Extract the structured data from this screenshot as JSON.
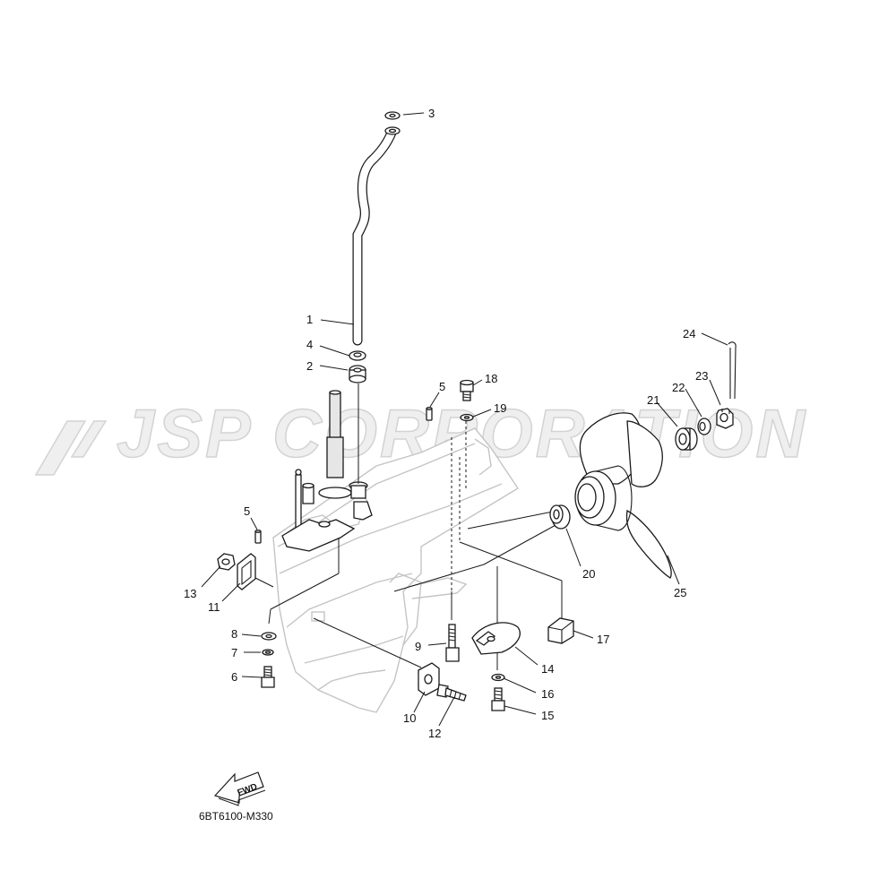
{
  "watermark": "JSP CORPORATION",
  "diagram_code": "6BT6100-M330",
  "fwd_label": "FWD",
  "callouts": {
    "c1": "1",
    "c2": "2",
    "c3": "3",
    "c4": "4",
    "c5a": "5",
    "c5b": "5",
    "c6": "6",
    "c7": "7",
    "c8": "8",
    "c9": "9",
    "c10": "10",
    "c11": "11",
    "c12": "12",
    "c13": "13",
    "c14": "14",
    "c15": "15",
    "c16": "16",
    "c17": "17",
    "c18": "18",
    "c19": "19",
    "c20": "20",
    "c21": "21",
    "c22": "22",
    "c23": "23",
    "c24": "24",
    "c25": "25"
  }
}
